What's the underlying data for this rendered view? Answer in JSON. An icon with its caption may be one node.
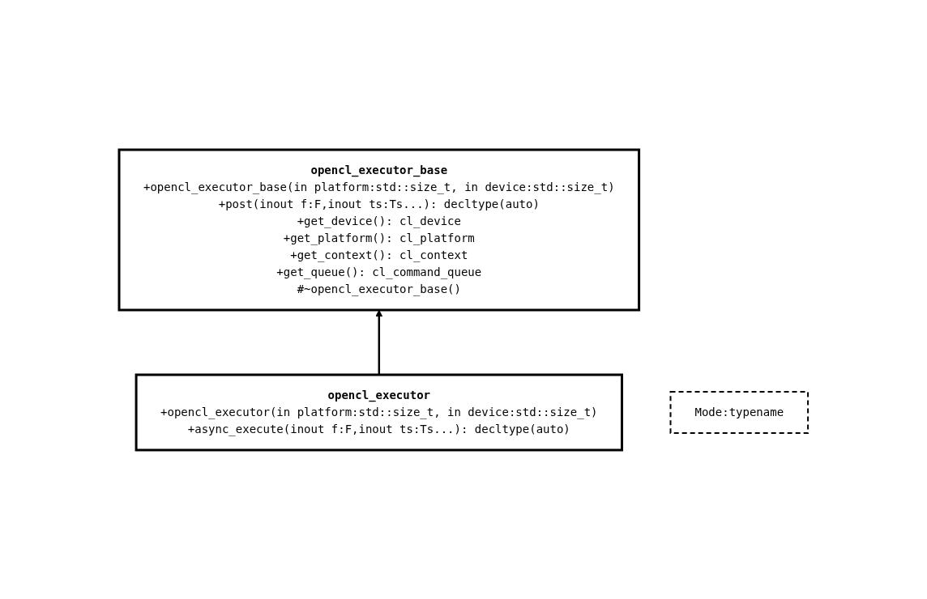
{
  "diagram": {
    "nodes": [
      {
        "text": [
          "opencl_executor_base",
          "+opencl_executor_base(in platform:std::size_t, in device:std::size_t)",
          "+post(inout f:F,inout ts:Ts...): decltype(auto)",
          "+get_device(): cl_device",
          "+get_platform(): cl_platform",
          "+get_context(): cl_context",
          "+get_queue(): cl_command_queue",
          "#~opencl_executor_base()"
        ]
      },
      {
        "text": [
          "opencl_executor",
          "+opencl_executor(in platform:std::size_t, in device:std::size_t)",
          "+async_execute(inout f:F,inout ts:Ts...): decltype(auto)"
        ]
      },
      {
        "text": [
          "Mode:typename"
        ]
      }
    ],
    "edges": [
      {
        "from": 1,
        "to": 0,
        "arrow": "to"
      }
    ]
  }
}
